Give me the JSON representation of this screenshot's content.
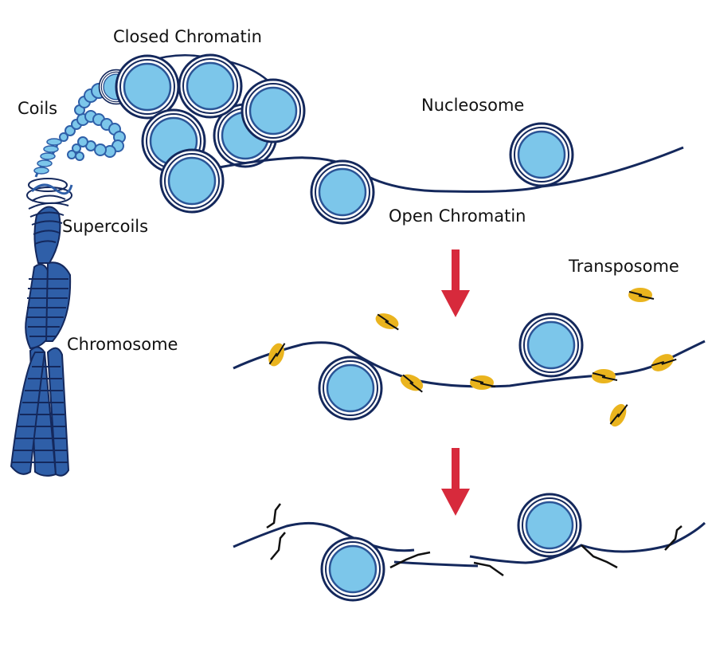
{
  "labels": {
    "closed_chromatin": "Closed Chromatin",
    "coils": "Coils",
    "nucleosome": "Nucleosome",
    "supercoils": "Supercoils",
    "open_chromatin": "Open Chromatin",
    "transposome": "Transposome",
    "chromosome": "Chromosome"
  },
  "colors": {
    "dna": "#14285c",
    "histone_fill": "#7cc6ea",
    "histone_ring": "#14285c",
    "chromosome": "#2f5fa8",
    "transposase": "#eab41e",
    "arrow": "#d72a3c"
  }
}
